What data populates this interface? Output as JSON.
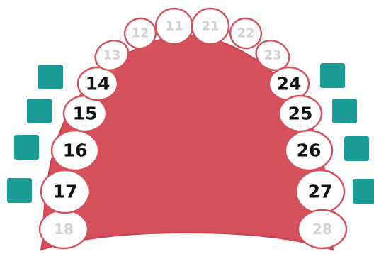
{
  "colors": {
    "palate": "#d4515c",
    "palate_outline": "#c8404d",
    "tooth_fill": "#ffffff",
    "tooth_outline": "#d4515c",
    "active_number": "#111111",
    "inactive_number": "#d2d2d2",
    "marker": "#1c9c96"
  },
  "teeth": [
    {
      "number": "18",
      "active": false
    },
    {
      "number": "17",
      "active": true
    },
    {
      "number": "16",
      "active": true
    },
    {
      "number": "15",
      "active": true
    },
    {
      "number": "14",
      "active": true
    },
    {
      "number": "13",
      "active": false
    },
    {
      "number": "12",
      "active": false
    },
    {
      "number": "11",
      "active": false
    },
    {
      "number": "21",
      "active": false
    },
    {
      "number": "22",
      "active": false
    },
    {
      "number": "23",
      "active": false
    },
    {
      "number": "24",
      "active": true
    },
    {
      "number": "25",
      "active": true
    },
    {
      "number": "26",
      "active": true
    },
    {
      "number": "27",
      "active": true
    },
    {
      "number": "28",
      "active": false
    }
  ],
  "markers": [
    {
      "tooth": "14",
      "side": "left"
    },
    {
      "tooth": "15",
      "side": "left"
    },
    {
      "tooth": "16",
      "side": "left"
    },
    {
      "tooth": "17",
      "side": "left"
    },
    {
      "tooth": "24",
      "side": "right"
    },
    {
      "tooth": "25",
      "side": "right"
    },
    {
      "tooth": "26",
      "side": "right"
    },
    {
      "tooth": "27",
      "side": "right"
    }
  ]
}
